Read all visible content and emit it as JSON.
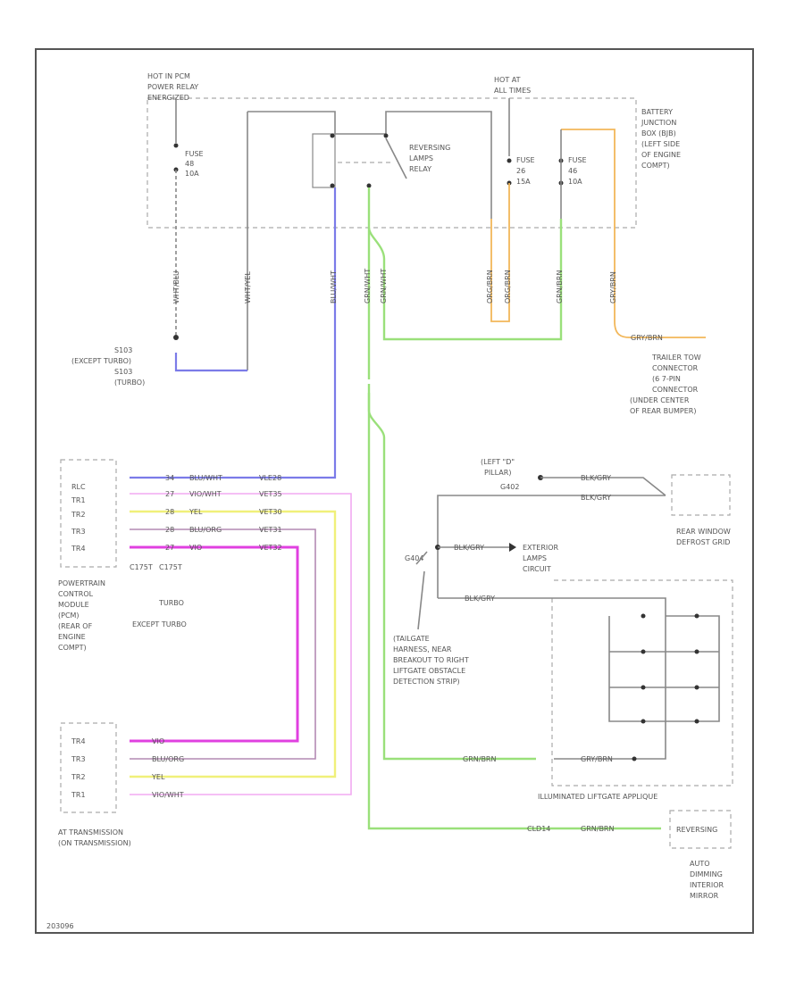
{
  "labels": {
    "hot_in_pcm": "HOT IN PCM",
    "power_relay": "POWER RELAY",
    "energized": "ENERGIZED",
    "hot_at_all": "HOT AT",
    "all_times": "ALL TIMES",
    "bjb_1": "BATTERY",
    "bjb_2": "JUNCTION",
    "bjb_3": "BOX (BJB)",
    "bjb_4": "(LEFT SIDE",
    "bjb_5": "OF ENGINE",
    "bjb_6": "COMPT)",
    "fuse_a_1": "FUSE",
    "fuse_a_2": "48",
    "fuse_a_3": "10A",
    "fuse_b_1": "FUSE",
    "fuse_b_2": "26",
    "fuse_b_3": "15A",
    "fuse_c_1": "FUSE",
    "fuse_c_2": "46",
    "fuse_c_3": "10A",
    "relay_1": "REVERSING",
    "relay_2": "LAMPS",
    "relay_3": "RELAY",
    "w_wht_blu": "WHT/BLU",
    "w_wht_yel": "WHT/YEL",
    "w_blu_wht": "BLU/WHT",
    "w_grn_wht_1": "GRN/WHT",
    "w_grn_wht_2": "GRN/WHT",
    "w_org_brn_1": "ORG/BRN",
    "w_org_brn_2": "ORG/BRN",
    "w_grn_brn": "GRN/BRN",
    "w_grn_brn2": "GRY/BRN",
    "w_gry_brn": "GRY/BRN",
    "s_1": "S103",
    "s_2": "(EXCEPT TURBO)",
    "s_3": "S103",
    "s_4": "(TURBO)",
    "trailer_1": "TRAILER TOW",
    "trailer_2": "CONNECTOR",
    "trailer_3": "(6 7-PIN",
    "trailer_4": "CONNECTOR",
    "trailer_5": "(UNDER CENTER",
    "trailer_6": "OF REAR BUMPER)",
    "pillar_1": "(LEFT \"D\"",
    "pillar_2": "PILLAR)",
    "pillar_3": "G402",
    "w_blk_gry_1": "BLK/GRY",
    "w_blk_gry_2": "BLK/GRY",
    "w_blk_gry_3": "BLK/GRY",
    "w_blk_gry_4": "BLK/GRY",
    "rear_def_1": "REAR WINDOW",
    "rear_def_2": "DEFROST GRID",
    "ext_1": "EXTERIOR",
    "ext_2": "LAMPS",
    "ext_3": "CIRCUIT",
    "g404": "G404",
    "tailgate_1": "(TAILGATE",
    "tailgate_2": "HARNESS, NEAR",
    "tailgate_3": "BREAKOUT TO RIGHT",
    "tailgate_4": "LIFTGATE OBSTACLE",
    "tailgate_5": "DETECTION STRIP)",
    "pcm_rlc": "RLC",
    "pcm_tr1": "TR1",
    "pcm_tr2": "TR2",
    "pcm_tr3": "TR3",
    "pcm_tr4": "TR4",
    "pcm_p1": "34",
    "pcm_p2": "27",
    "pcm_p3": "28",
    "pcm_p4": "28",
    "pcm_p5": "27",
    "pcm_c1": "BLU/WHT",
    "pcm_c2": "VIO/WHT",
    "pcm_c3": "YEL",
    "pcm_c4": "BLU/ORG",
    "pcm_c5": "VIO",
    "pcm_v1": "VLE28",
    "pcm_v2": "VET35",
    "pcm_v3": "VET30",
    "pcm_v4": "VET31",
    "pcm_v5": "VET32",
    "c175t": "C175T",
    "c175t_2": "C175T",
    "turbo": "TURBO",
    "except_turbo": "EXCEPT TURBO",
    "pcm_1": "POWERTRAIN",
    "pcm_2": "CONTROL",
    "pcm_3": "MODULE",
    "pcm_4": "(PCM)",
    "pcm_5": "(REAR OF",
    "pcm_6": "ENGINE",
    "pcm_7": "COMPT)",
    "trn_tr4": "TR4",
    "trn_tr3": "TR3",
    "trn_tr2": "TR2",
    "trn_tr1": "TR1",
    "trn_c1": "VIO",
    "trn_c2": "BLU/ORG",
    "trn_c3": "YEL",
    "trn_c4": "VIO/WHT",
    "trans_1": "AT TRANSMISSION",
    "trans_2": "(ON TRANSMISSION)",
    "w_grn_brn3": "GRN/BRN",
    "w_gry_brn2": "GRY/BRN",
    "cld14": "CLD14",
    "w_grn_brn4": "GRN/BRN",
    "ill_liftgate": "ILLUMINATED LIFTGATE APPLIQUE",
    "reversing": "REVERSING",
    "mirror_1": "AUTO",
    "mirror_2": "DIMMING",
    "mirror_3": "INTERIOR",
    "mirror_4": "MIRROR",
    "code": "203096"
  },
  "colors": {
    "frame": "#555555",
    "blue": "#7b7be8",
    "pink": "#f2aaf2",
    "yellow": "#f0f07a",
    "purple": "#b48ab4",
    "magenta": "#e040e0",
    "green": "#9ae07a",
    "orange": "#f2b75a"
  }
}
